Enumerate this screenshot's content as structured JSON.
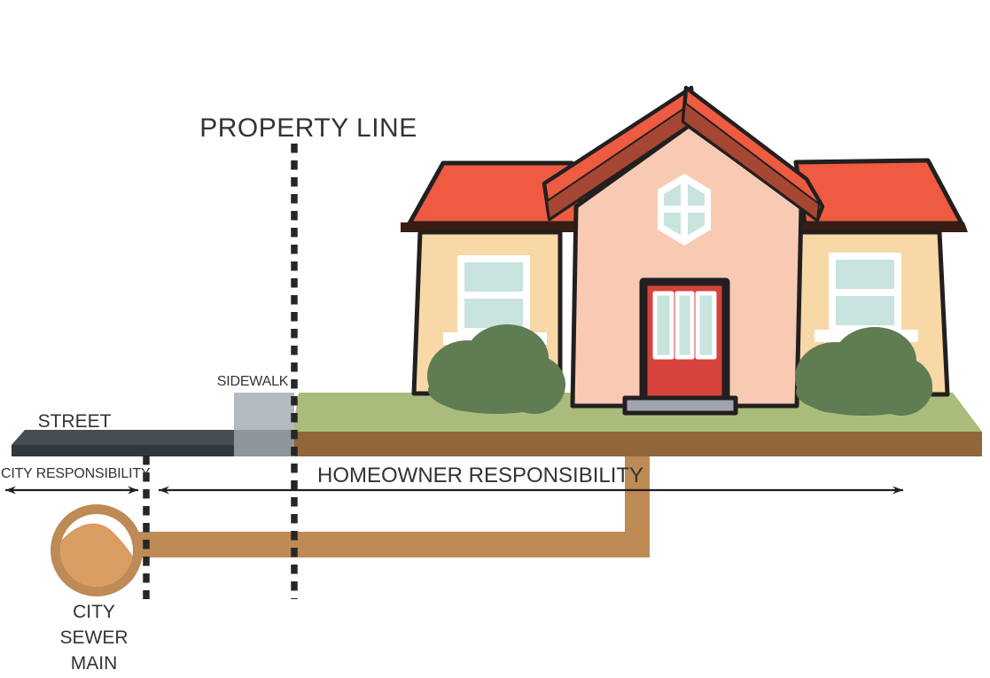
{
  "labels": {
    "property_line": "PROPERTY LINE",
    "street": "STREET",
    "sidewalk": "SIDEWALK",
    "city_responsibility": "CITY RESPONSIBILITY",
    "homeowner_responsibility": "HOMEOWNER RESPONSIBILITY",
    "city_sewer_main": {
      "line1": "CITY",
      "line2": "SEWER",
      "line3": "MAIN"
    }
  },
  "colors": {
    "background": "#ffffff",
    "outline": "#231f20",
    "text": "#333336",
    "roof_red": "#ee5b41",
    "roof_stripe_dark": "#a64733",
    "eave_dark": "#391d12",
    "wall_wing": "#f8d8a6",
    "wall_center": "#f9cab3",
    "window_frame": "#ffffff",
    "window_glass": "#c9e3de",
    "door_red": "#d6423c",
    "door_step": "#9fa6ae",
    "bush_green": "#5f7c52",
    "grass_green": "#a9bc7c",
    "soil_brown": "#92663b",
    "street_top": "#474d54",
    "street_front": "#31373e",
    "sidewalk_top": "#b3bbc2",
    "sidewalk_front": "#8e969d",
    "pipe_tan": "#be8a55",
    "sewage_fill": "#d99c61",
    "dash_black": "#262626",
    "arrow_black": "#231f20"
  }
}
